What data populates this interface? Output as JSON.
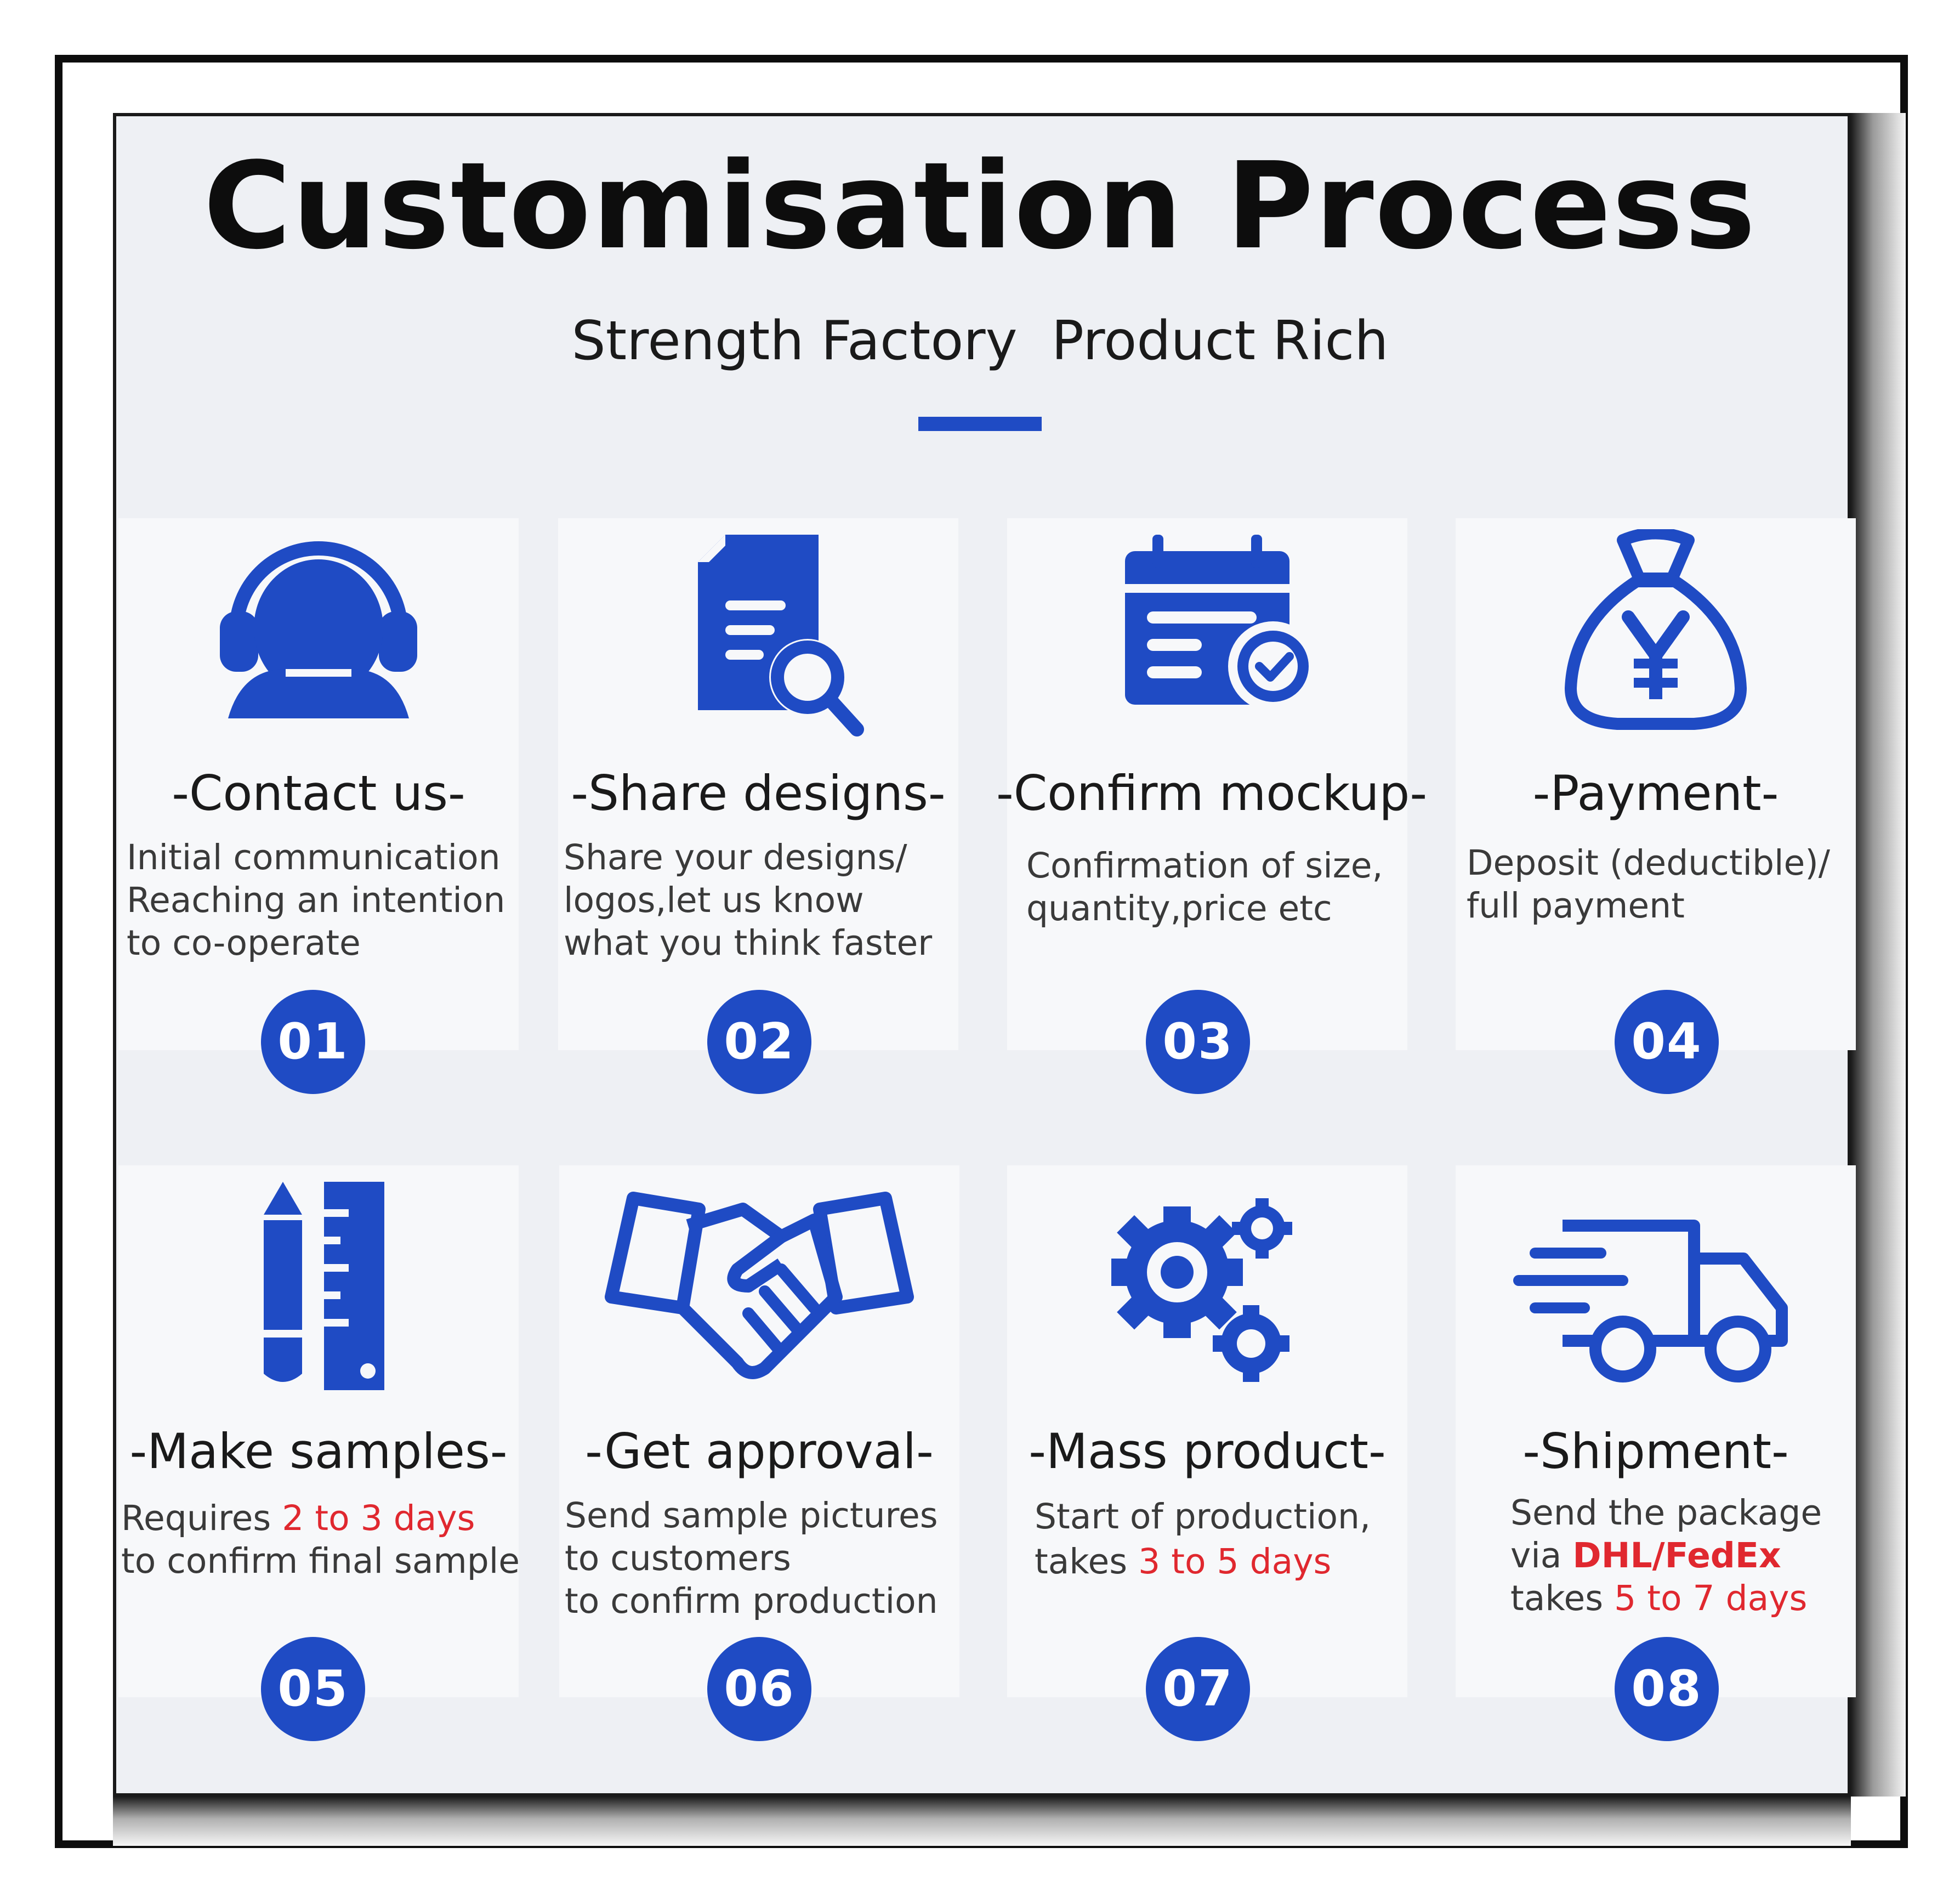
{
  "header": {
    "title": "Customisation Process",
    "subtitle": "Strength Factory  Product Rich"
  },
  "colors": {
    "accent": "#1f4bc4",
    "highlight": "#e0282f",
    "text": "#1a1a1a"
  },
  "steps": [
    {
      "title": "-Contact us-",
      "icon": "headset-person-icon",
      "number": "01",
      "lines": [
        [
          "Initial communication"
        ],
        [
          "Reaching an intention"
        ],
        [
          "to co-operate"
        ]
      ]
    },
    {
      "title": "-Share designs-",
      "icon": "document-search-icon",
      "number": "02",
      "lines": [
        [
          "Share your designs/"
        ],
        [
          "logos,let us know"
        ],
        [
          "what you think faster"
        ]
      ]
    },
    {
      "title": "-Confirm mockup-",
      "icon": "calendar-check-icon",
      "number": "03",
      "lines": [
        [
          "Confirmation of size,"
        ],
        [
          "quantity,price etc"
        ]
      ]
    },
    {
      "title": "-Payment-",
      "icon": "money-bag-yen-icon",
      "number": "04",
      "lines": [
        [
          "Deposit (deductible)/"
        ],
        [
          "full payment"
        ]
      ]
    },
    {
      "title": "-Make samples-",
      "icon": "pencil-ruler-icon",
      "number": "05",
      "lines": [
        [
          "Requires ",
          "2 to 3 days"
        ],
        [
          "to confirm final sample"
        ]
      ]
    },
    {
      "title": "-Get approval-",
      "icon": "handshake-icon",
      "number": "06",
      "lines": [
        [
          "Send sample pictures"
        ],
        [
          "to customers"
        ],
        [
          "to confirm production"
        ]
      ]
    },
    {
      "title": "-Mass product-",
      "icon": "gears-icon",
      "number": "07",
      "lines": [
        [
          "Start of production,"
        ],
        [
          "takes ",
          "3 to 5 days"
        ]
      ]
    },
    {
      "title": "-Shipment-",
      "icon": "delivery-truck-icon",
      "number": "08",
      "lines": [
        [
          "Send the package"
        ],
        [
          "via ",
          "DHL/FedEx"
        ],
        [
          "takes ",
          "5 to 7 days"
        ]
      ]
    }
  ]
}
